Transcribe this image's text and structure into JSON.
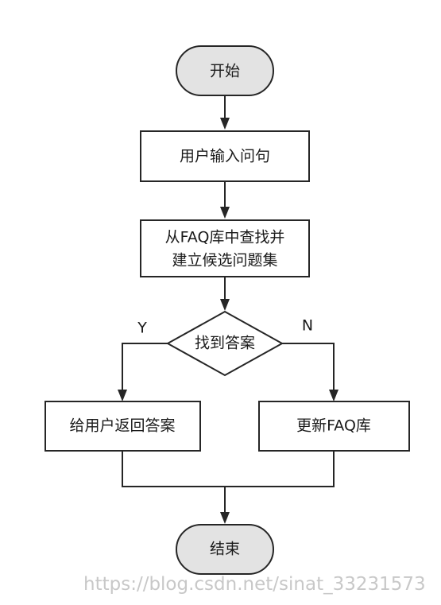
{
  "nodes": {
    "start": "开始",
    "input": "用户输入问句",
    "search_line1": "从FAQ库中查找并",
    "search_line2": "建立候选问题集",
    "decision": "找到答案",
    "answer": "给用户返回答案",
    "update": "更新FAQ库",
    "end": "结束"
  },
  "branches": {
    "yes": "Y",
    "no": "N"
  },
  "watermark": "https://blog.csdn.net/sinat_33231573",
  "colors": {
    "terminal_fill": "#e3e3e3",
    "stroke": "#262626",
    "watermark": "#c8c8c8"
  }
}
